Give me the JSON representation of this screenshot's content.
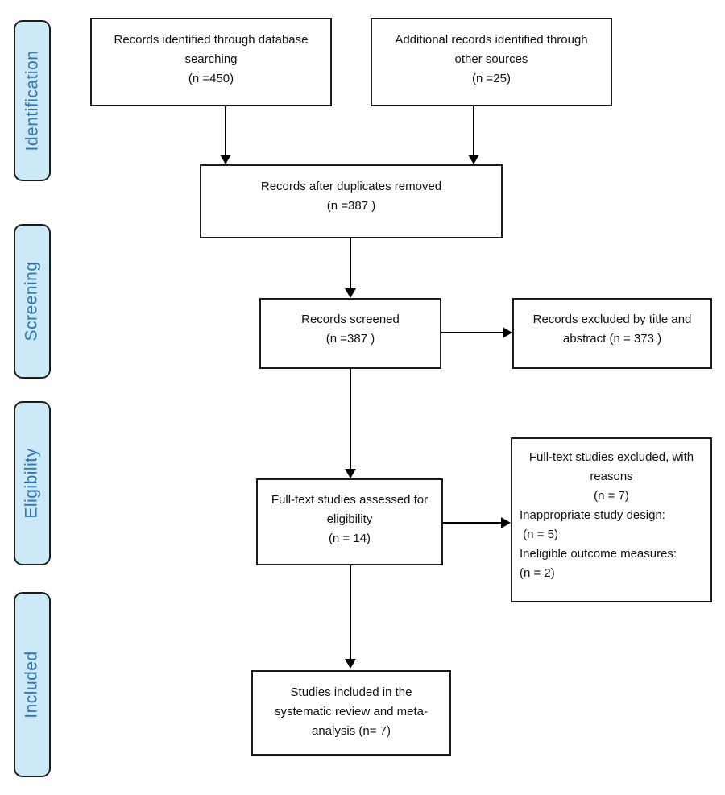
{
  "colors": {
    "stage_fill": "#cce9f8",
    "stage_text": "#2e75b6",
    "box_border": "#1c1c1c",
    "arrow": "#000000"
  },
  "stages": [
    {
      "label": "Identification"
    },
    {
      "label": "Screening"
    },
    {
      "label": "Eligibility"
    },
    {
      "label": "Included"
    }
  ],
  "boxes": {
    "records_identified": {
      "lines": [
        "Records identified through database",
        "searching",
        "(n =450)"
      ]
    },
    "additional_records": {
      "lines": [
        "Additional records identified through",
        "other sources",
        "(n =25)"
      ]
    },
    "after_duplicates": {
      "lines": [
        "Records after duplicates removed",
        "(n =387 )"
      ]
    },
    "records_screened": {
      "lines": [
        "Records screened",
        "(n =387 )"
      ]
    },
    "records_excluded": {
      "lines": [
        "Records excluded by title and",
        "abstract (n = 373 )"
      ]
    },
    "fulltext_assessed": {
      "lines": [
        "Full-text studies assessed for",
        "eligibility",
        "(n = 14)"
      ]
    },
    "fulltext_excluded": {
      "centered_lines": [
        "Full-text studies excluded, with",
        "reasons",
        "(n = 7)"
      ],
      "left_lines": [
        "Inappropriate study design:",
        " (n = 5)",
        "Ineligible outcome measures:",
        "(n = 2)"
      ]
    },
    "studies_included": {
      "lines": [
        "Studies included in the",
        "systematic review and meta-",
        "analysis (n= 7)"
      ]
    }
  }
}
